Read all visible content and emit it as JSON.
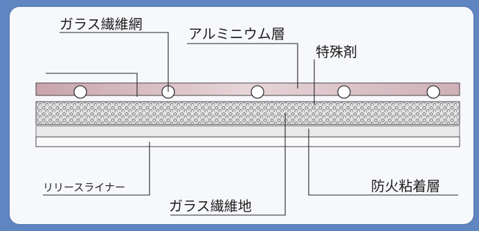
{
  "labels": {
    "glass_mesh": "ガラス繊維網",
    "aluminum_layer": "アルミニウム層",
    "special_agent": "特殊剤",
    "release_liner": "リリースライナー",
    "glass_base": "ガラス繊維地",
    "fireproof_adhesive": "防火粘着層"
  },
  "colors": {
    "background": "#5f86c0",
    "panel": "#f7f8fb",
    "aluminum_band": "#d8c0c6",
    "dotted_layer": "#dcdcdc",
    "adhesive_band": "#e6e6e6",
    "line": "#333333"
  }
}
